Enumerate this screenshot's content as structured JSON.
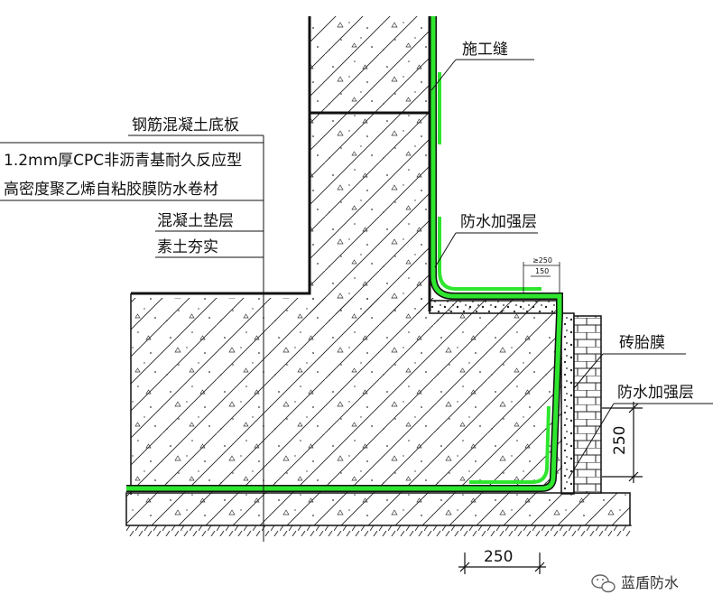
{
  "labels": {
    "construction_joint": "施工缝",
    "rc_floor_slab": "钢筋混凝土底板",
    "membrane_line1": "1.2mm厚CPC非沥青基耐久反应型",
    "membrane_line2": "高密度聚乙烯自粘胶膜防水卷材",
    "concrete_cushion": "混凝土垫层",
    "compacted_soil": "素土夯实",
    "reinforcement_upper": "防水加强层",
    "brick_mold": "砖胎膜",
    "reinforcement_lower": "防水加强层"
  },
  "dimensions": {
    "vertical": "250",
    "horizontal": "250",
    "small_top": "≥250",
    "small_bottom": "150"
  },
  "watermark": {
    "text": "蓝盾防水",
    "icon": "wechat-icon"
  },
  "colors": {
    "membrane": "#2ee62e",
    "line": "#111111",
    "paper": "#ffffff"
  }
}
